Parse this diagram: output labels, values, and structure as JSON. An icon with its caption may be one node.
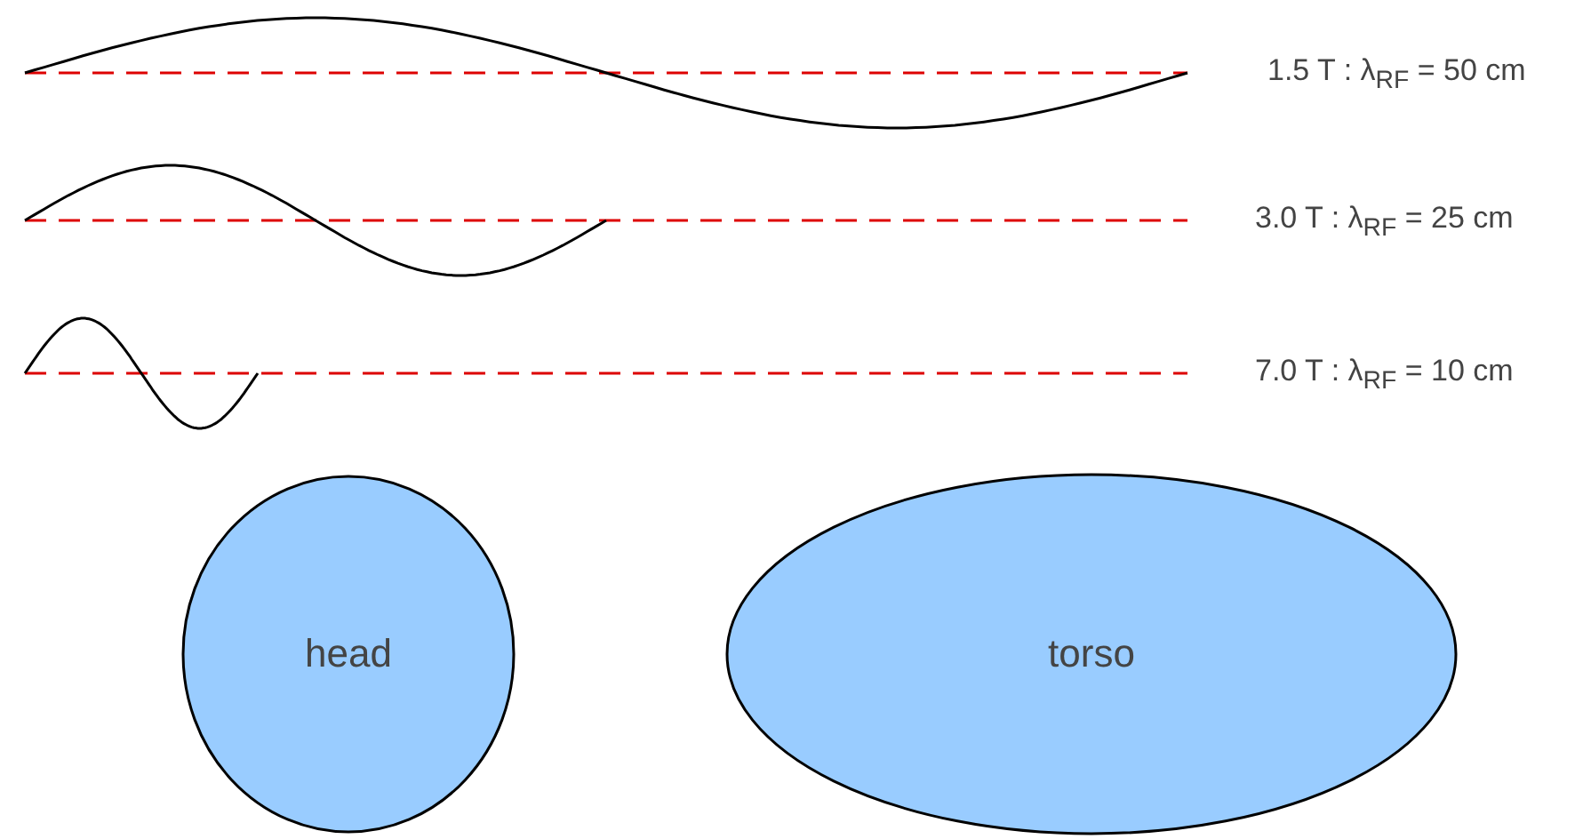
{
  "diagram": {
    "nodes": [
      {
        "text": [
          "head"
        ]
      },
      {
        "text": [
          "torso"
        ]
      }
    ],
    "edges": [],
    "labels": [
      "1.5 T :  λ$_{RF}$ = 50 cm",
      "3.0 T :  λ$_{RF}$ = 25 cm",
      "7.0 T :  λ$_{RF}$ = 10 cm"
    ]
  }
}
